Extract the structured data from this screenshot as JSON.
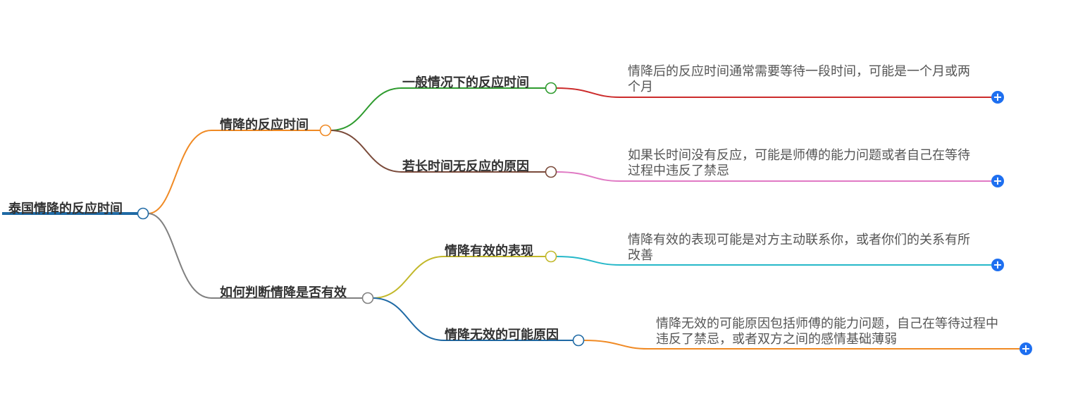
{
  "root": {
    "label": "泰国情降的反应时间"
  },
  "branches": [
    {
      "label": "情降的反应时间",
      "children": [
        {
          "label": "一般情况下的反应时间",
          "leaf": "情降后的反应时间通常需要等待一段时间，可能是一个月或两个月"
        },
        {
          "label": "若长时间无反应的原因",
          "leaf": "如果长时间没有反应，可能是师傅的能力问题或者自己在等待过程中违反了禁忌"
        }
      ]
    },
    {
      "label": "如何判断情降是否有效",
      "children": [
        {
          "label": "情降有效的表现",
          "leaf": "情降有效的表现可能是对方主动联系你，或者你们的关系有所改善"
        },
        {
          "label": "情降无效的可能原因",
          "leaf": "情降无效的可能原因包括师傅的能力问题，自己在等待过程中违反了禁忌，或者双方之间的感情基础薄弱"
        }
      ]
    }
  ],
  "colors": {
    "root": "#1f6aa5",
    "branch1": "#f08a24",
    "branch2": "#808080",
    "b1c1": "#2e9b2e",
    "b1c2": "#7a4a3a",
    "b2c1": "#c2b82a",
    "b2c2": "#1f6aa5",
    "leaf1": "#cc2b2b",
    "leaf2": "#e07ac4",
    "leaf3": "#26b8c9",
    "leaf4": "#f08a24",
    "expand": "#1e6ff0"
  },
  "expand_icon": "plus-icon"
}
